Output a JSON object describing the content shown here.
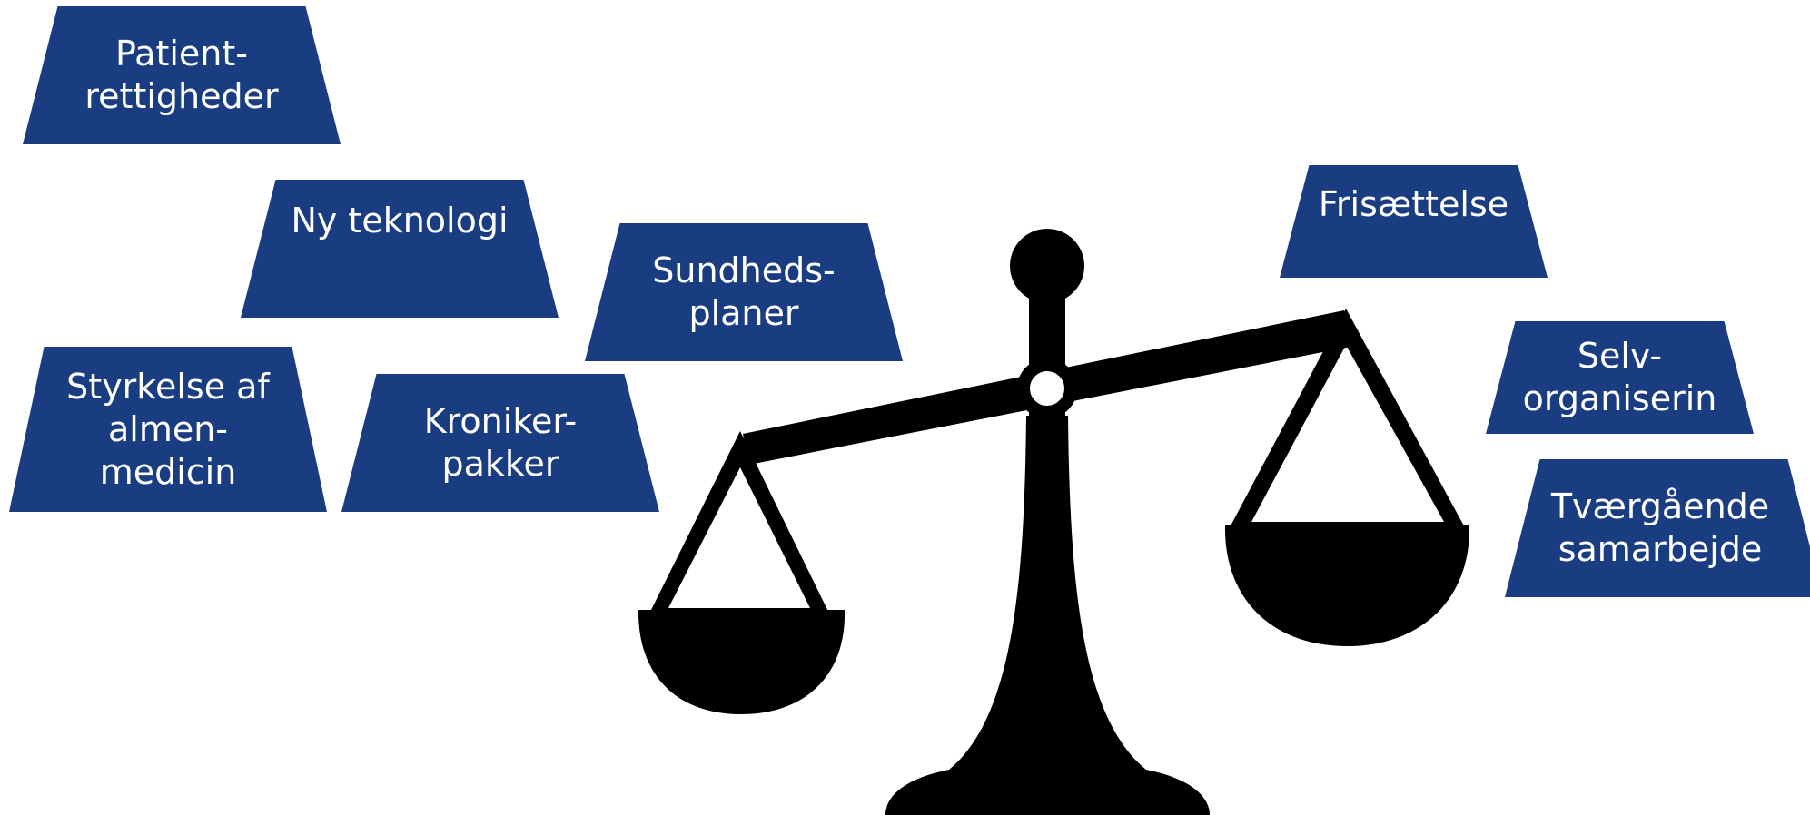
{
  "colors": {
    "box_fill": "#1a3c80",
    "box_text": "#ffffff",
    "scale": "#000000",
    "background": "#ffffff"
  },
  "icons": {
    "scale": "balance-scale-icon"
  },
  "boxes": {
    "patientrettigheder": "Patient-\nrettigheder",
    "ny_teknologi": "Ny teknologi",
    "sundhedsplaner": "Sundheds-\nplaner",
    "styrkelse_af_almenmedicin": "Styrkelse af\nalmen-\nmedicin",
    "kronikerpakker": "Kroniker-\npakker",
    "frisaettelse": "Frisættelse",
    "selvorganisering": "Selv-\norganiserin",
    "tvaergaende_samarbejde": "Tværgående\nsamarbejde"
  }
}
